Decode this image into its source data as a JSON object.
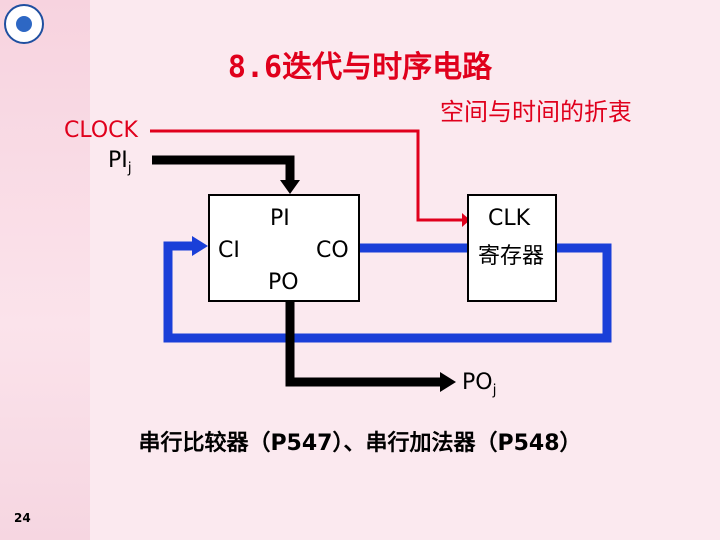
{
  "title": "8.6迭代与时序电路",
  "subtitle": "空间与时间的折衷",
  "labels": {
    "clock": "CLOCK",
    "pij": "PI",
    "pij_sub": "j",
    "pi": "PI",
    "ci": "CI",
    "co": "CO",
    "po": "PO",
    "clk": "CLK",
    "register": "寄存器",
    "poj": "PO",
    "poj_sub": "j"
  },
  "bottom_text": "串行比较器（P547）、串行加法器（P548）",
  "page_number": "24",
  "colors": {
    "title": "#e0001c",
    "clock_line": "#e0001c",
    "carry_line": "#1a3fd8",
    "data_line": "#000000",
    "background": "#fbe9ef"
  }
}
